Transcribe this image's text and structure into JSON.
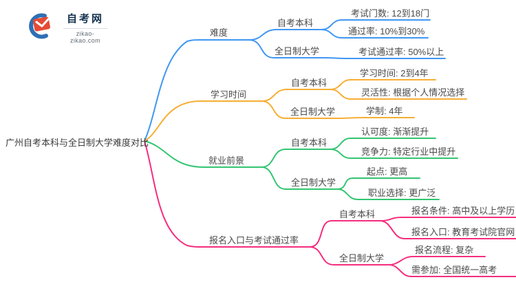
{
  "logo": {
    "title": "自考网",
    "domain": "zikao-zikao.com",
    "icon": "graduation-cap-icon",
    "brand_blue": "#2E6FB5",
    "brand_red": "#E54B35"
  },
  "root": {
    "label": "广州自考本科与全日制大学难度对比"
  },
  "branches": [
    {
      "label": "难度",
      "color": "#3E97F4",
      "children": [
        {
          "label": "自考本科",
          "leaves": [
            "考试门数: 12到18门",
            "通过率: 10%到30%"
          ]
        },
        {
          "label": "全日制大学",
          "leaves": [
            "考试通过率: 50%以上"
          ]
        }
      ]
    },
    {
      "label": "学习时间",
      "color": "#F7AE33",
      "children": [
        {
          "label": "自考本科",
          "leaves": [
            "学习时间: 2到4年",
            "灵活性: 根据个人情况选择"
          ]
        },
        {
          "label": "全日制大学",
          "leaves": [
            "学制: 4年"
          ]
        }
      ]
    },
    {
      "label": "就业前景",
      "color": "#32C571",
      "children": [
        {
          "label": "自考本科",
          "leaves": [
            "认可度: 渐渐提升",
            "竞争力: 特定行业中提升"
          ]
        },
        {
          "label": "全日制大学",
          "leaves": [
            "起点: 更高",
            "职业选择: 更广泛"
          ]
        }
      ]
    },
    {
      "label": "报名入口与考试通过率",
      "color": "#F52D7E",
      "children": [
        {
          "label": "自考本科",
          "leaves": [
            "报名条件: 高中及以上学历",
            "报名入口: 教育考试院官网"
          ]
        },
        {
          "label": "全日制大学",
          "leaves": [
            "报名流程: 复杂",
            "需参加: 全国统一高考"
          ]
        }
      ]
    }
  ]
}
